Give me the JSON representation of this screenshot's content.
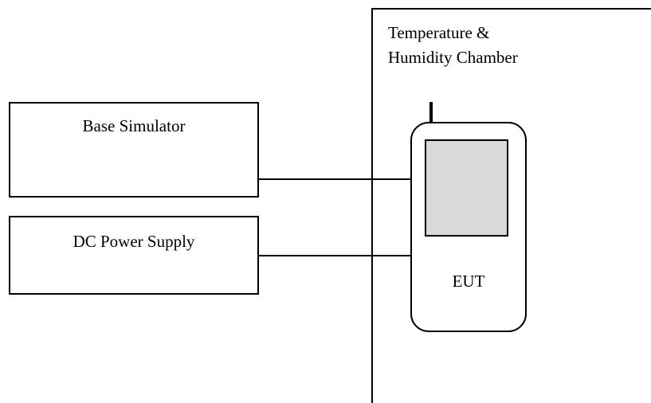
{
  "diagram": {
    "chamber": {
      "line1": "Temperature &",
      "line2": "Humidity Chamber"
    },
    "base_simulator": {
      "label": "Base Simulator"
    },
    "dc_power_supply": {
      "label": "DC Power Supply"
    },
    "eut": {
      "label": "EUT"
    }
  },
  "colors": {
    "stroke": "#000000",
    "screen_fill": "#d9d9d9",
    "background": "#ffffff"
  }
}
